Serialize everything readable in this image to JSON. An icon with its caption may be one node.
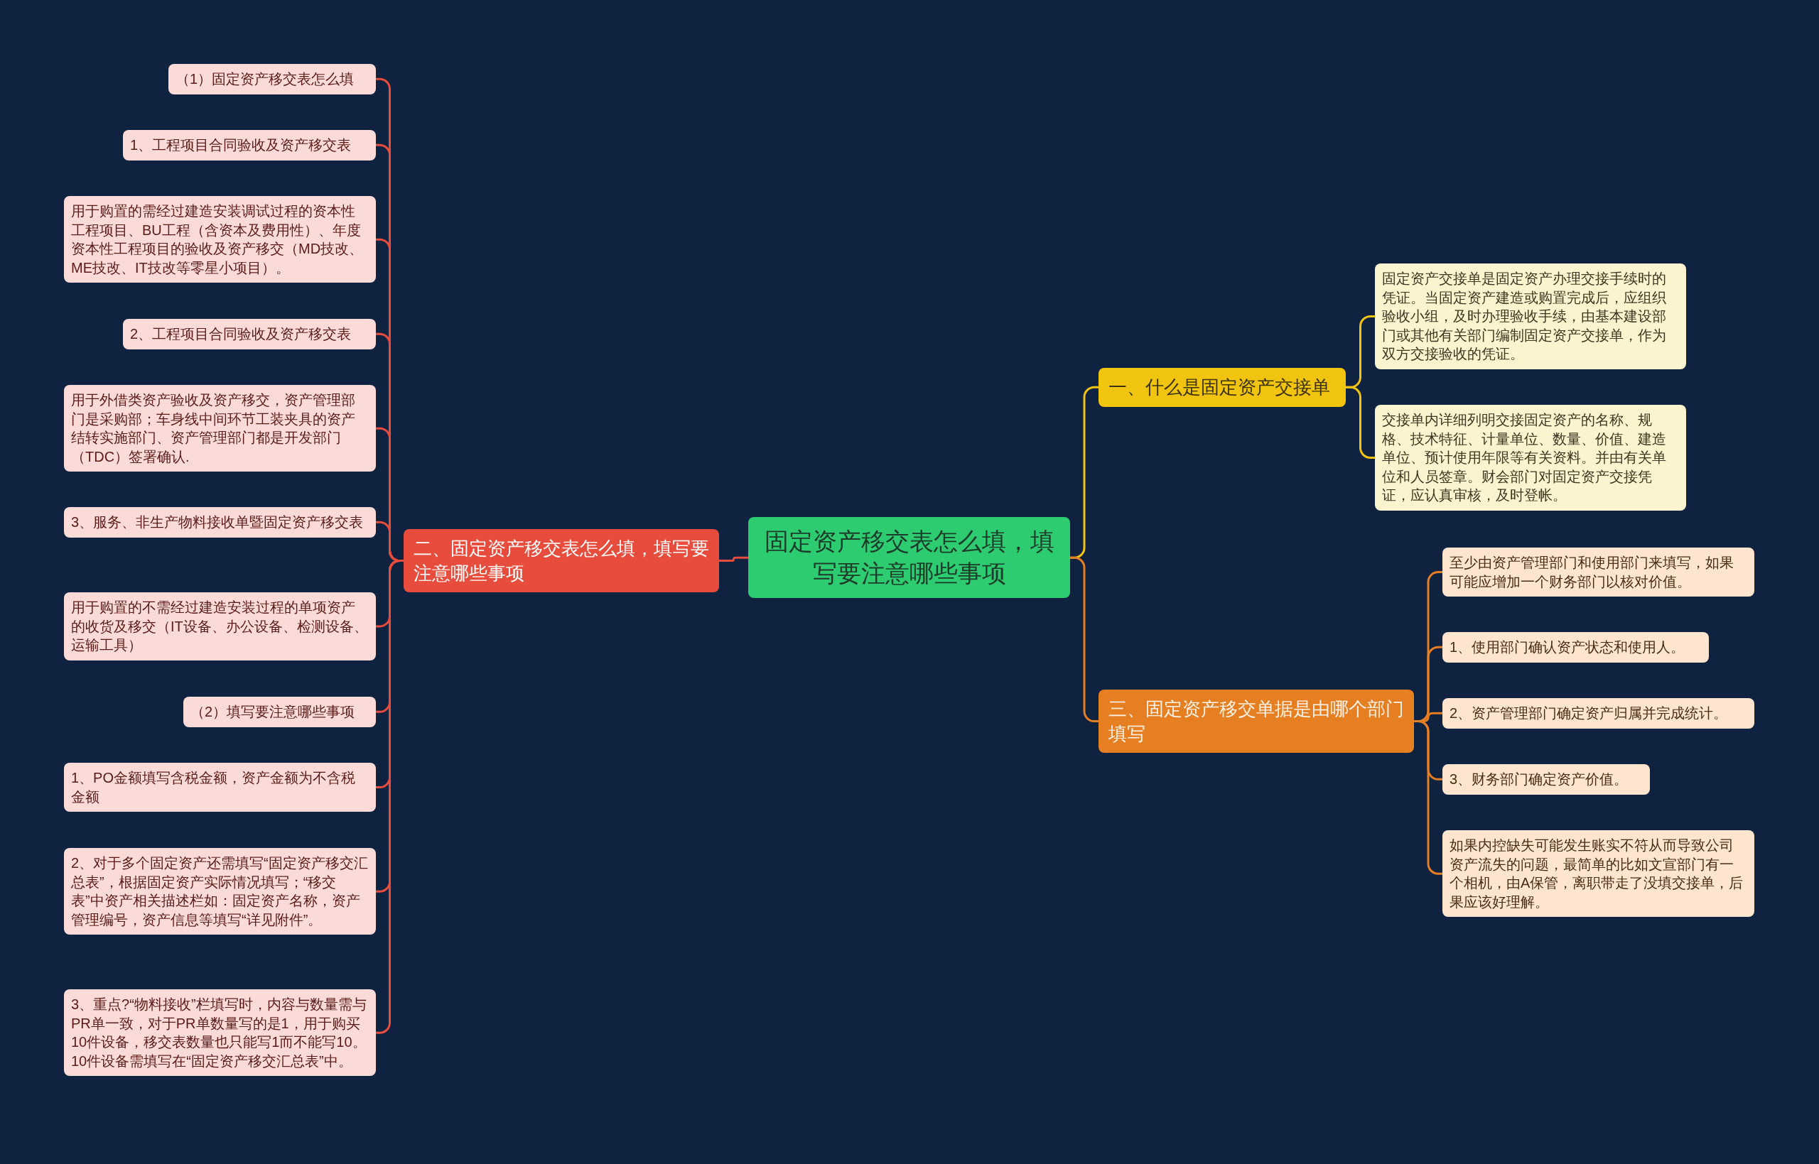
{
  "diagram": {
    "nodes": [
      {
        "text": [
          "固定资产移交表怎么填，填写要注意哪些事项"
        ]
      },
      {
        "text": [
          "一、什么是固定资产交接单"
        ]
      },
      {
        "text": [
          "固定资产交接单是固定资产办理交接手续时的凭证。当固定资产建造或购置完成后，应组织验收小组，及时办理验收手续，由基本建设部门或其他有关部门编制固定资产交接单，作为双方交接验收的凭证。"
        ]
      },
      {
        "text": [
          "交接单内详细列明交接固定资产的名称、规格、技术特征、计量单位、数量、价值、建造单位、预计使用年限等有关资料。并由有关单位和人员签章。财会部门对固定资产交接凭证，应认真审核，及时登帐。"
        ]
      },
      {
        "text": [
          "二、固定资产移交表怎么填，填写要注意哪些事项"
        ]
      },
      {
        "text": [
          "（1）固定资产移交表怎么填"
        ]
      },
      {
        "text": [
          "1、工程项目合同验收及资产移交表"
        ]
      },
      {
        "text": [
          "用于购置的需经过建造安装调试过程的资本性工程项目、BU工程（含资本及费用性）、年度资本性工程项目的验收及资产移交（MD技改、ME技改、IT技改等零星小项目）。"
        ]
      },
      {
        "text": [
          "2、工程项目合同验收及资产移交表"
        ]
      },
      {
        "text": [
          "用于外借类资产验收及资产移交，资产管理部门是采购部；车身线中间环节工装夹具的资产结转实施部门、资产管理部门都是开发部门（TDC）签署确认."
        ]
      },
      {
        "text": [
          "3、服务、非生产物料接收单暨固定资产移交表"
        ]
      },
      {
        "text": [
          "用于购置的不需经过建造安装过程的单项资产的收货及移交（IT设备、办公设备、检测设备、运输工具）"
        ]
      },
      {
        "text": [
          "（2）填写要注意哪些事项"
        ]
      },
      {
        "text": [
          "1、PO金额填写含税金额，资产金额为不含税金额"
        ]
      },
      {
        "text": [
          "2、对于多个固定资产还需填写“固定资产移交汇总表”，根据固定资产实际情况填写；“移交表”中资产相关描述栏如：固定资产名称，资产管理编号，资产信息等填写“详见附件”。"
        ]
      },
      {
        "text": [
          "3、重点?“物料接收”栏填写时，内容与数量需与PR单一致，对于PR单数量写的是1，用于购买10件设备，移交表数量也只能写1而不能写10。10件设备需填写在“固定资产移交汇总表”中。"
        ]
      },
      {
        "text": [
          "三、固定资产移交单据是由哪个部门填写"
        ]
      },
      {
        "text": [
          "至少由资产管理部门和使用部门来填写，如果可能应增加一个财务部门以核对价值。"
        ]
      },
      {
        "text": [
          "1、使用部门确认资产状态和使用人。"
        ]
      },
      {
        "text": [
          "2、资产管理部门确定资产归属并完成统计。"
        ]
      },
      {
        "text": [
          "3、财务部门确定资产价值。"
        ]
      },
      {
        "text": [
          "如果内控缺失可能发生账实不符从而导致公司资产流失的问题，最简单的比如文宣部门有一个相机，由A保管，离职带走了没填交接单，后果应该好理解。"
        ]
      }
    ],
    "edges": [
      {
        "from": 0,
        "to": 1,
        "arrow": "none",
        "color": "#f1c40f"
      },
      {
        "from": 1,
        "to": 2,
        "arrow": "none",
        "color": "#f1c40f"
      },
      {
        "from": 1,
        "to": 3,
        "arrow": "none",
        "color": "#f1c40f"
      },
      {
        "from": 0,
        "to": 4,
        "arrow": "none"
      },
      {
        "from": 4,
        "to": 5,
        "arrow": "none"
      },
      {
        "from": 4,
        "to": 6,
        "arrow": "none"
      },
      {
        "from": 4,
        "to": 7,
        "arrow": "none"
      },
      {
        "from": 4,
        "to": 8,
        "arrow": "none"
      },
      {
        "from": 4,
        "to": 9,
        "arrow": "none"
      },
      {
        "from": 4,
        "to": 10,
        "arrow": "none"
      },
      {
        "from": 4,
        "to": 11,
        "arrow": "none"
      },
      {
        "from": 4,
        "to": 12,
        "arrow": "none"
      },
      {
        "from": 4,
        "to": 13,
        "arrow": "none"
      },
      {
        "from": 4,
        "to": 14,
        "arrow": "none"
      },
      {
        "from": 4,
        "to": 15,
        "arrow": "none"
      },
      {
        "from": 0,
        "to": 16,
        "arrow": "none",
        "color": "#e67e22"
      },
      {
        "from": 16,
        "to": 17,
        "arrow": "none",
        "color": "#e67e22"
      },
      {
        "from": 16,
        "to": 18,
        "arrow": "none",
        "color": "#e67e22"
      },
      {
        "from": 16,
        "to": 19,
        "arrow": "none",
        "color": "#e67e22"
      },
      {
        "from": 16,
        "to": 20,
        "arrow": "none",
        "color": "#e67e22"
      },
      {
        "from": 16,
        "to": 21,
        "arrow": "none",
        "color": "#e67e22"
      }
    ]
  }
}
